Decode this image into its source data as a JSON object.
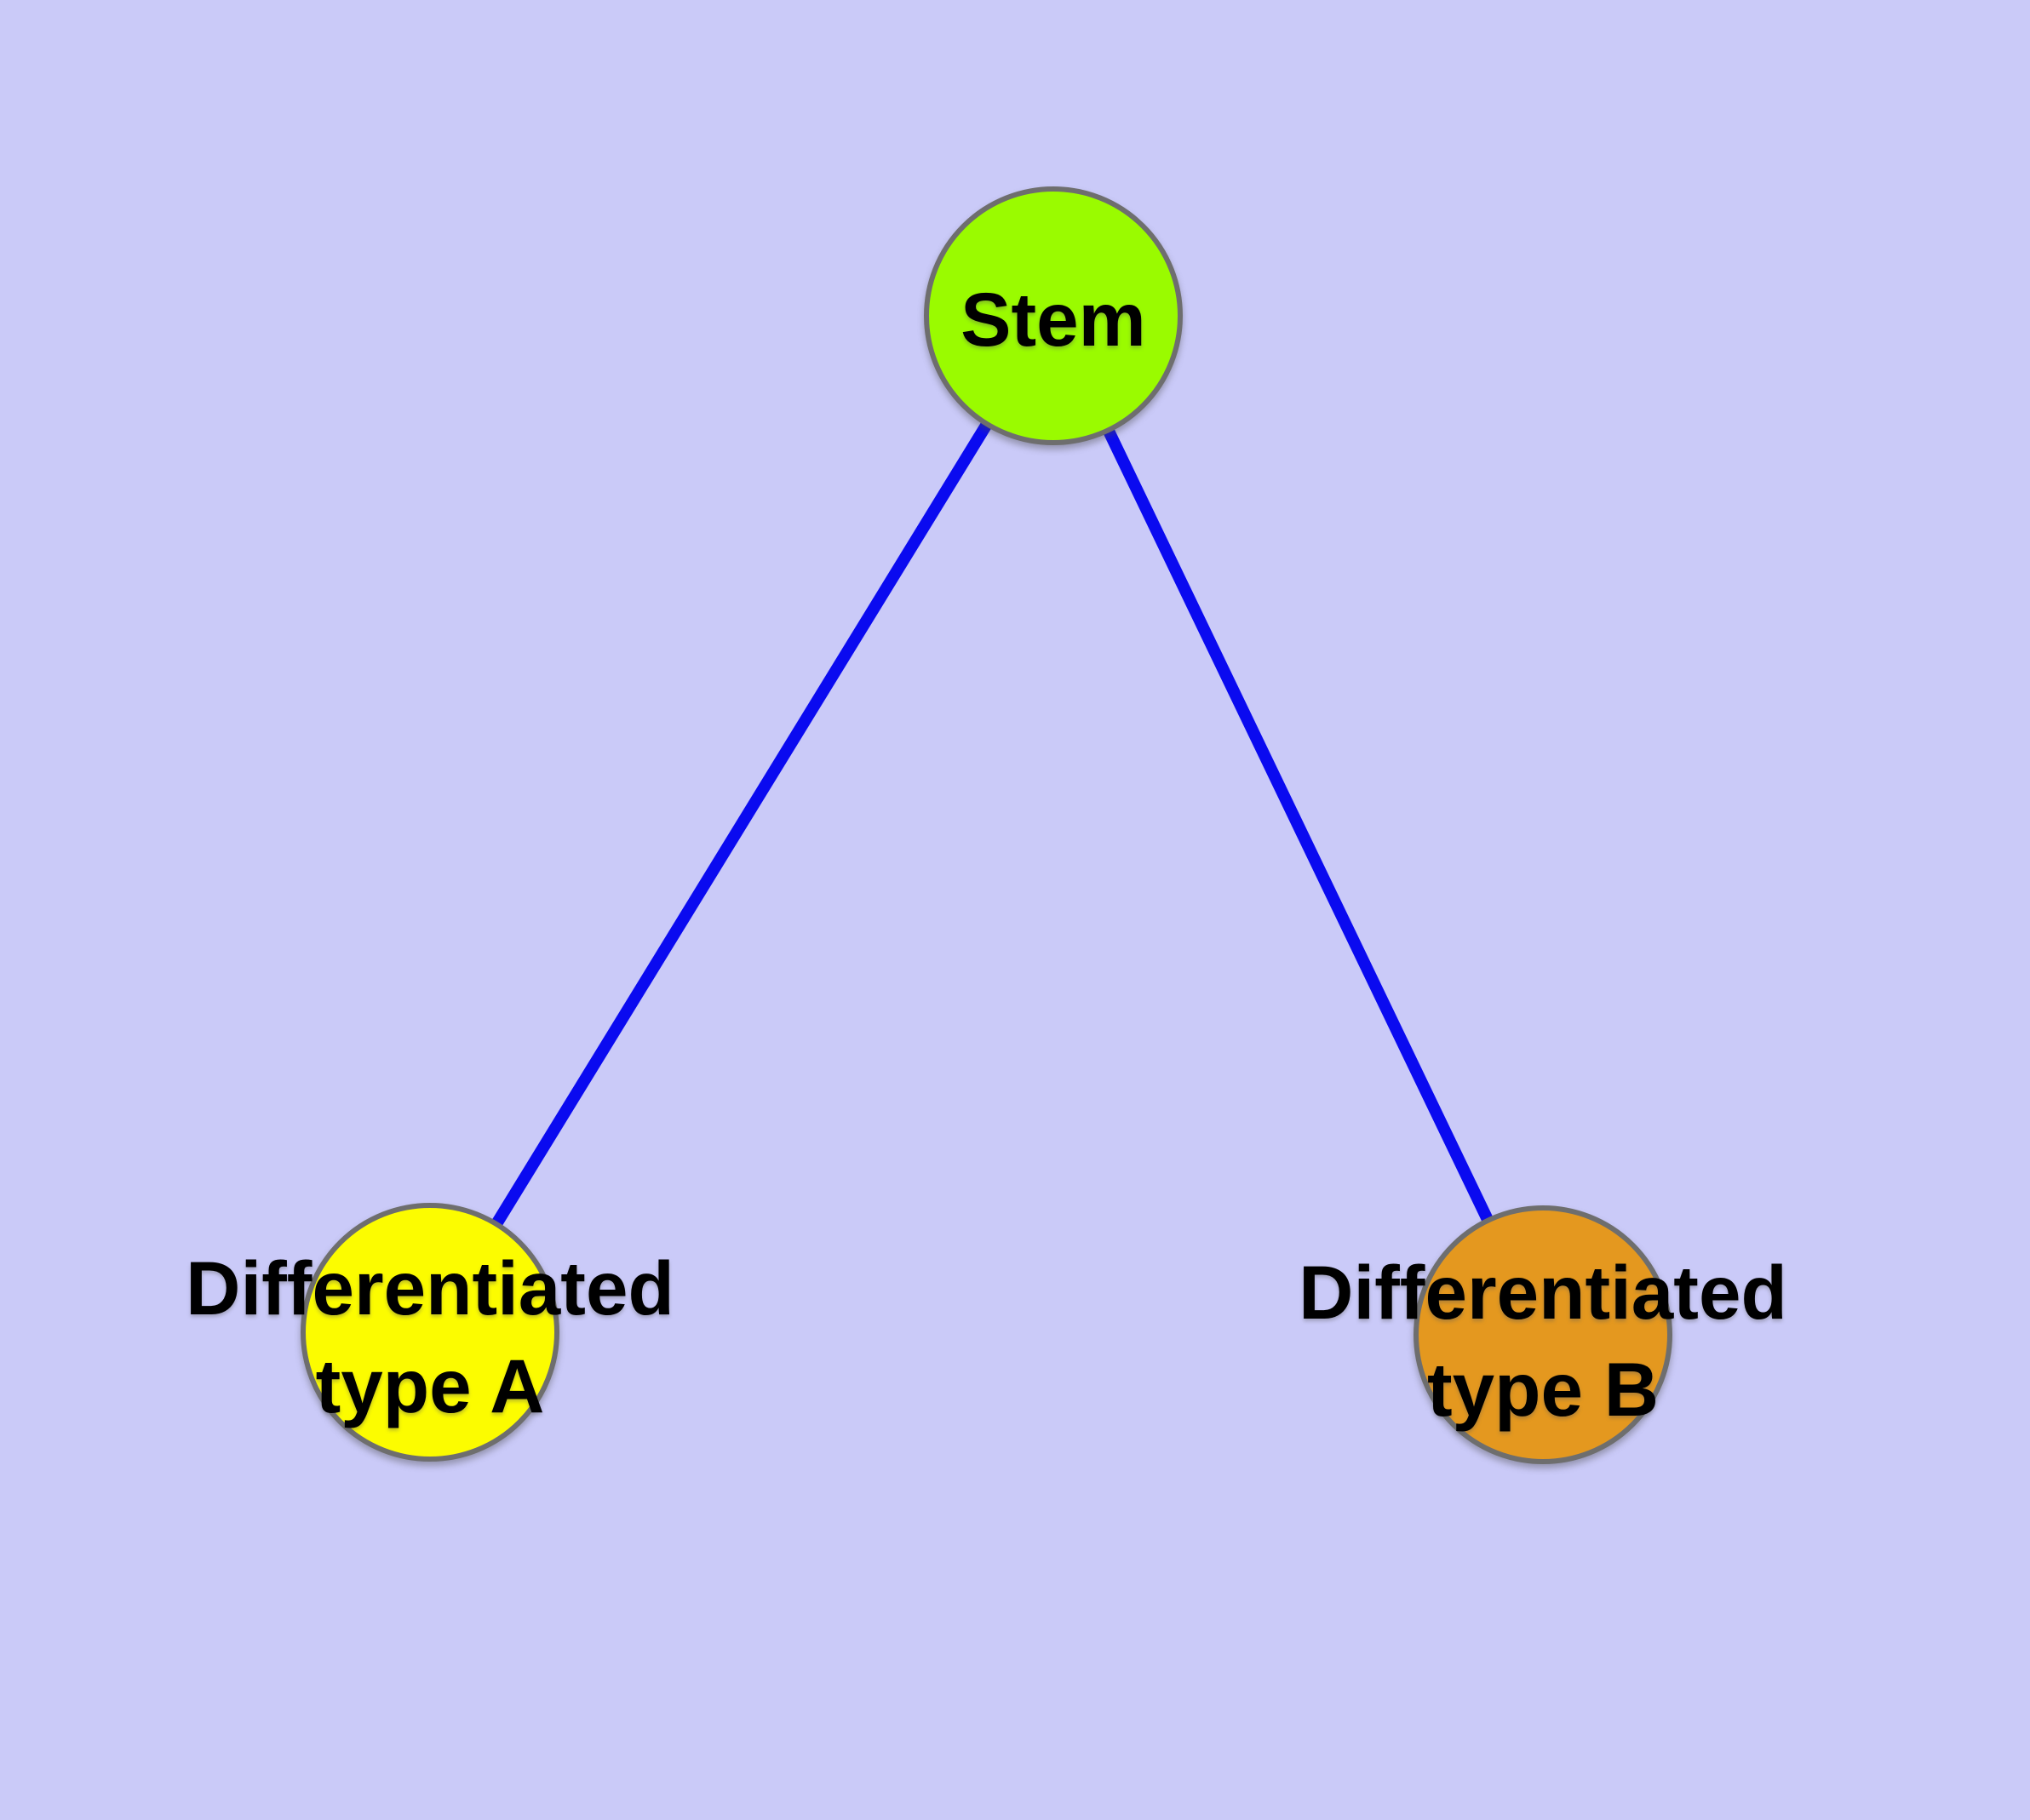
{
  "diagram": {
    "background_color": "#cacaf8",
    "edge_color": "#0a0af0",
    "node_border_color": "#6e6e6e",
    "text_color": "#000000",
    "nodes": [
      {
        "id": "stem",
        "label": "Stem",
        "fill": "#9afb00"
      },
      {
        "id": "differentiated-type-a",
        "label_line1": "Differentiated",
        "label_line2": "type A",
        "fill": "#fcfc00"
      },
      {
        "id": "differentiated-type-b",
        "label_line1": "Differentiated",
        "label_line2": "type B",
        "fill": "#e4981f"
      }
    ],
    "edges": [
      {
        "from": "stem",
        "to": "differentiated-type-a"
      },
      {
        "from": "stem",
        "to": "differentiated-type-b"
      }
    ]
  }
}
